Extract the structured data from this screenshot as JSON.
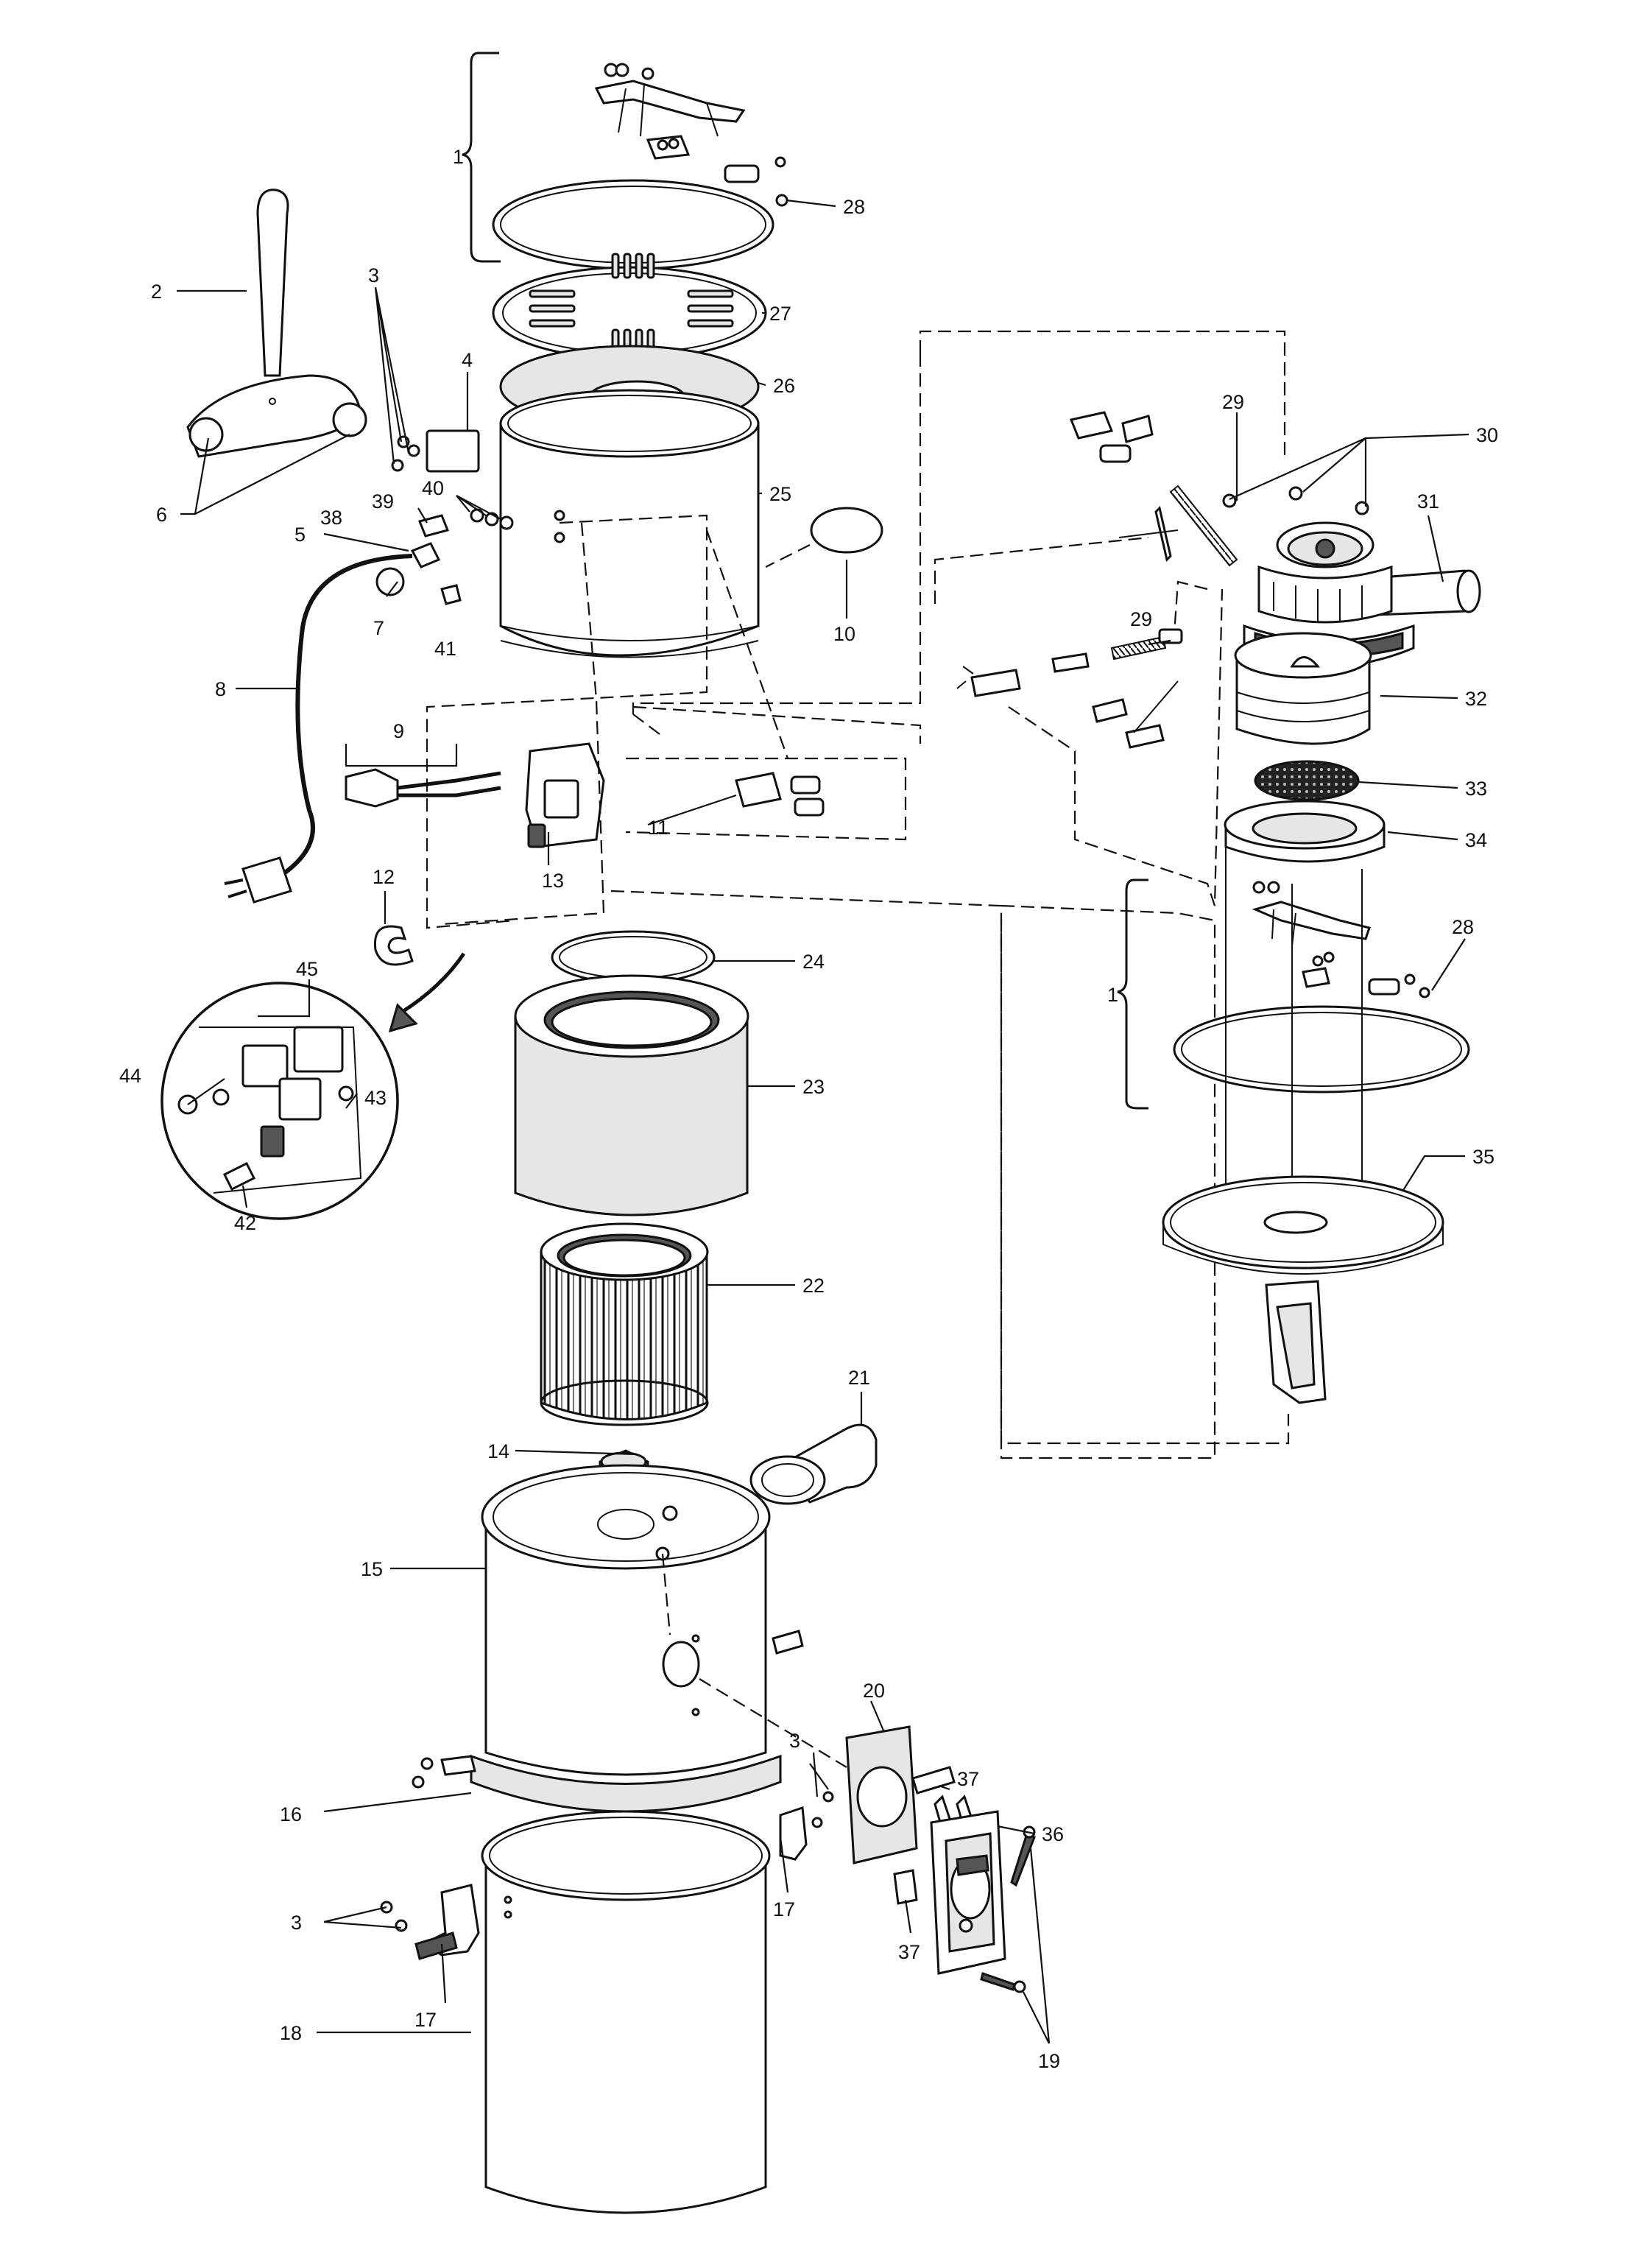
{
  "diagram": {
    "callouts": {
      "p1a": "1",
      "p1b": "1",
      "p2": "2",
      "p3a": "3",
      "p3b": "3",
      "p3c": "3",
      "p4": "4",
      "p5": "5",
      "p6": "6",
      "p7": "7",
      "p8": "8",
      "p9": "9",
      "p10": "10",
      "p11": "11",
      "p12": "12",
      "p13": "13",
      "p14": "14",
      "p15": "15",
      "p16": "16",
      "p17a": "17",
      "p17b": "17",
      "p18": "18",
      "p19": "19",
      "p20": "20",
      "p21": "21",
      "p22": "22",
      "p23": "23",
      "p24": "24",
      "p25": "25",
      "p26": "26",
      "p27": "27",
      "p28a": "28",
      "p28b": "28",
      "p29a": "29",
      "p29b": "29",
      "p30": "30",
      "p31": "31",
      "p32": "32",
      "p33": "33",
      "p34": "34",
      "p35": "35",
      "p36": "36",
      "p37a": "37",
      "p37b": "37",
      "p38": "38",
      "p39": "39",
      "p40": "40",
      "p41": "41",
      "p42": "42",
      "p43": "43",
      "p44": "44",
      "p45": "45"
    }
  }
}
